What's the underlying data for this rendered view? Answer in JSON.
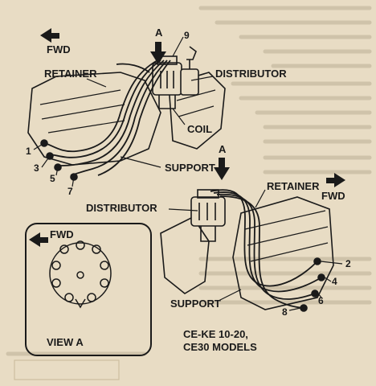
{
  "upper_view": {
    "view_letter": "A",
    "fwd_label": "FWD",
    "callouts": {
      "retainer": "RETAINER",
      "distributor": "DISTRIBUTOR",
      "coil": "COIL",
      "support": "SUPPORT",
      "n9": "9",
      "n1": "1",
      "n3": "3",
      "n5": "5",
      "n7": "7"
    }
  },
  "lower_view": {
    "view_letter": "A",
    "fwd_label": "FWD",
    "callouts": {
      "retainer": "RETAINER",
      "distributor": "DISTRIBUTOR",
      "support": "SUPPORT",
      "n2": "2",
      "n4": "4",
      "n6": "6",
      "n8": "8"
    }
  },
  "inset": {
    "fwd_label": "FWD",
    "title": "VIEW A"
  },
  "caption": {
    "line1": "CE-KE 10-20,",
    "line2": "CE30 MODELS"
  },
  "colors": {
    "paper": "#e8dcc4",
    "ink": "#1a1a1a"
  }
}
